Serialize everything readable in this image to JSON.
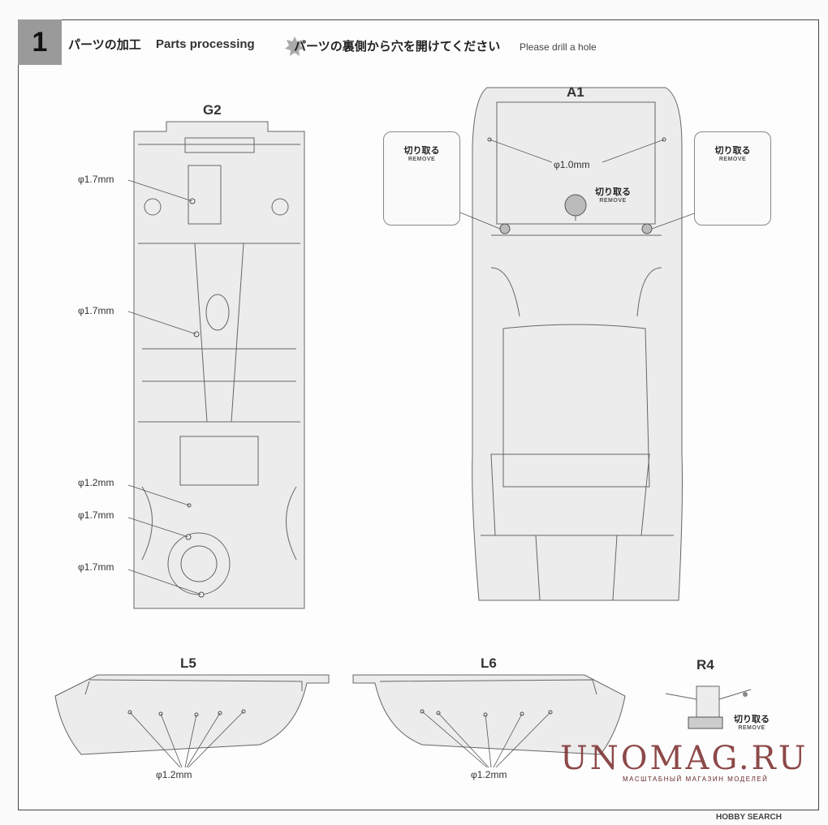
{
  "header": {
    "step_number": "1",
    "title_jp": "パーツの加工",
    "title_en": "Parts processing",
    "note_jp": "パーツの裏側から穴を開けてください",
    "note_en": "Please drill a hole"
  },
  "parts": {
    "g2": {
      "label": "G2",
      "dims": [
        "φ1.7mm",
        "φ1.7mm",
        "φ1.2mm",
        "φ1.7mm",
        "φ1.7mm"
      ]
    },
    "a1": {
      "label": "A1",
      "dim": "φ1.0mm",
      "remove_jp": "切り取る",
      "remove_en": "REMOVE"
    },
    "l5": {
      "label": "L5",
      "dim": "φ1.2mm"
    },
    "l6": {
      "label": "L6",
      "dim": "φ1.2mm"
    },
    "r4": {
      "label": "R4",
      "remove_jp": "切り取る",
      "remove_en": "REMOVE"
    }
  },
  "watermark": {
    "main": "UNOMAG.RU",
    "sub": "МАСШТАБНЫЙ МАГАЗИН МОДЕЛЕЙ"
  },
  "footer": {
    "credit": "HOBBY SEARCH"
  }
}
